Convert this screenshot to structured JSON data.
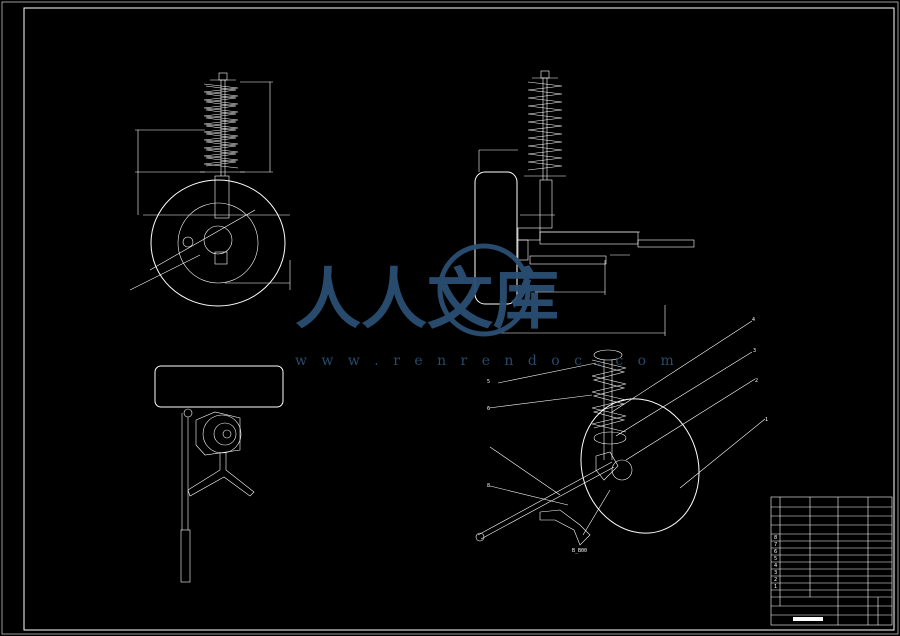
{
  "watermark": {
    "brand_text": "人人文库",
    "url_text": "w w w . r e n r e n d o c . c o m",
    "color": "#2a4f73"
  },
  "drawing": {
    "background": "#000000",
    "line_color": "#ffffff",
    "balloon_labels": [
      "4",
      "3",
      "5",
      "6",
      "2",
      "1",
      "8"
    ],
    "detail_label": "B_B00"
  },
  "title_block": {
    "rows": [
      {
        "no": "8",
        "text": ""
      },
      {
        "no": "7",
        "text": ""
      },
      {
        "no": "6",
        "text": ""
      },
      {
        "no": "5",
        "text": ""
      },
      {
        "no": "4",
        "text": ""
      },
      {
        "no": "3",
        "text": ""
      },
      {
        "no": "2",
        "text": ""
      },
      {
        "no": "1",
        "text": ""
      }
    ]
  }
}
